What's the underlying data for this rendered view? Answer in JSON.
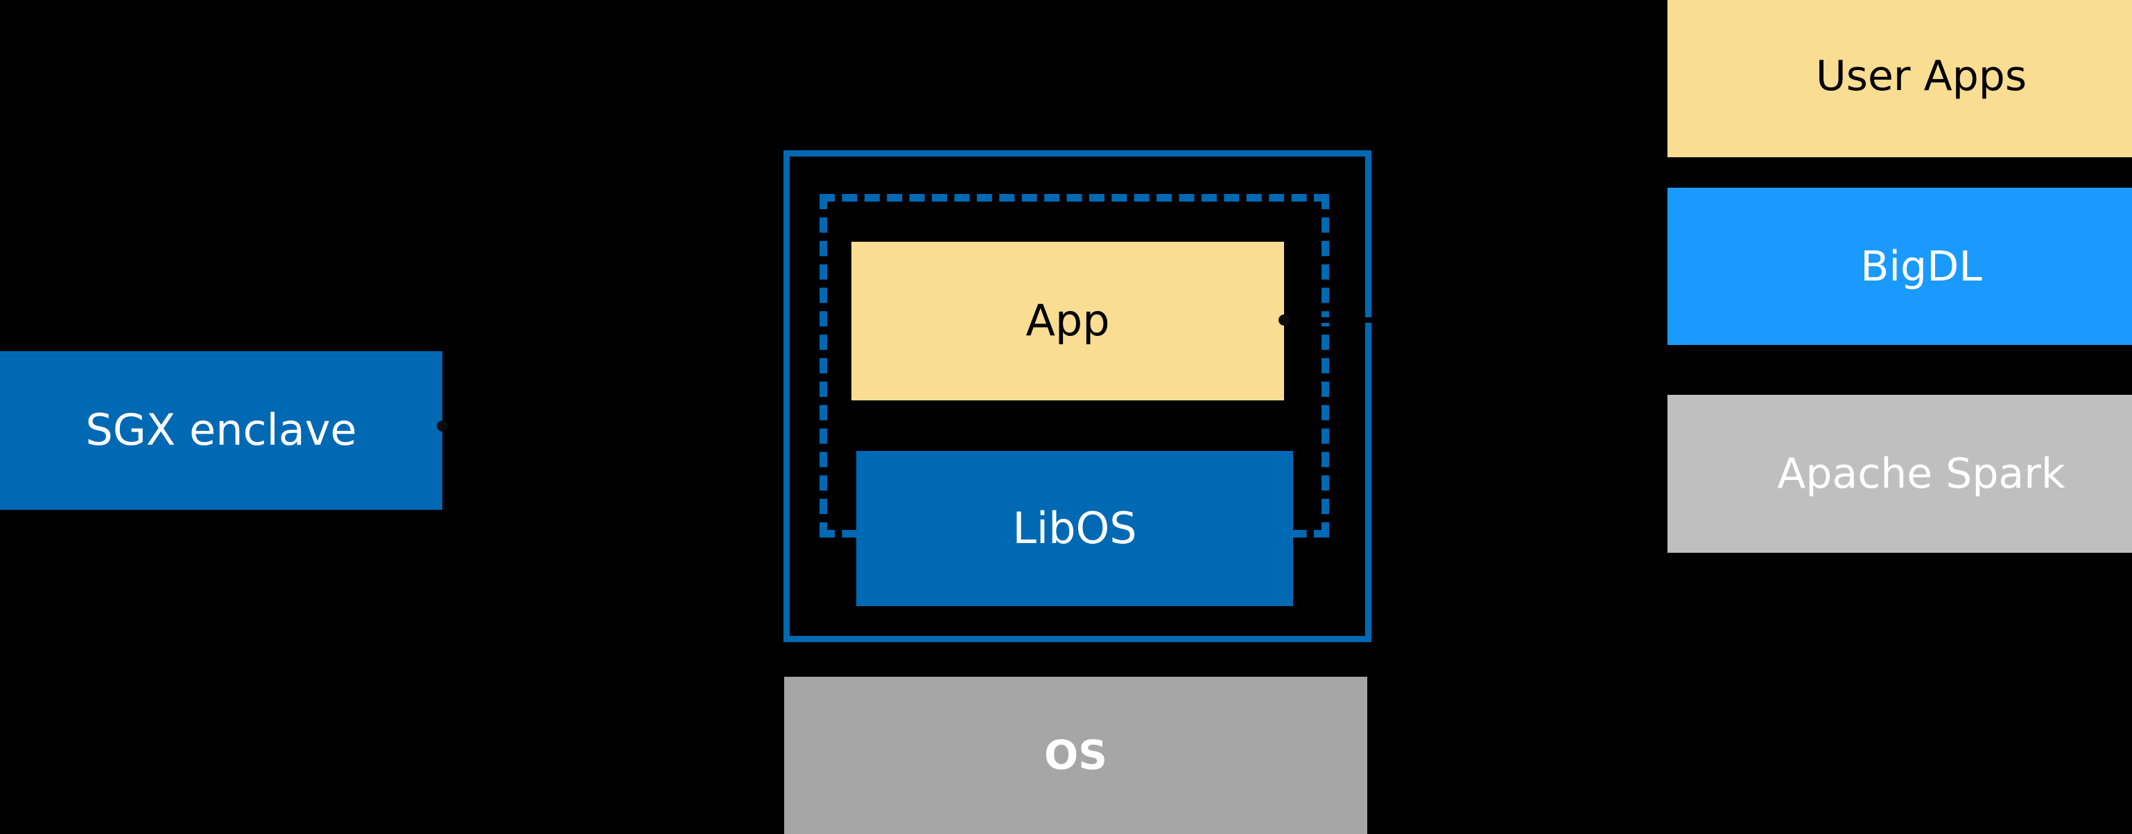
{
  "diagram": {
    "background_color": "#000000",
    "left_group": {
      "sgx_enclave": {
        "label": "SGX enclave",
        "fill": "#0069b4",
        "text_color": "#ffffff"
      }
    },
    "center_group": {
      "outer_container": {
        "name": "enclave-boundary",
        "stroke": "#0069b4",
        "style": "solid"
      },
      "inner_container": {
        "name": "libos-boundary",
        "stroke": "#0069b4",
        "style": "dashed"
      },
      "app": {
        "label": "App",
        "fill": "#f8dd93",
        "text_color": "#000000"
      },
      "libos": {
        "label": "LibOS",
        "fill": "#0069b4",
        "text_color": "#ffffff"
      },
      "os": {
        "label": "OS",
        "fill": "#a6a6a6",
        "text_color": "#ffffff"
      }
    },
    "right_stack": {
      "items": [
        {
          "label": "User Apps",
          "fill": "#f8dd93",
          "text_color": "#000000"
        },
        {
          "label": "BigDL",
          "fill": "#1a9afc",
          "text_color": "#ffffff"
        },
        {
          "label": "Apache Spark",
          "fill": "#bfbfbf",
          "text_color": "#ffffff"
        }
      ]
    },
    "connectors": [
      {
        "name": "sgx-to-enclave",
        "from": "SGX enclave",
        "to": "enclave-boundary",
        "color": "#000000"
      },
      {
        "name": "userapps-to-app",
        "from": "User Apps",
        "to": "App",
        "color": "#000000"
      }
    ]
  }
}
